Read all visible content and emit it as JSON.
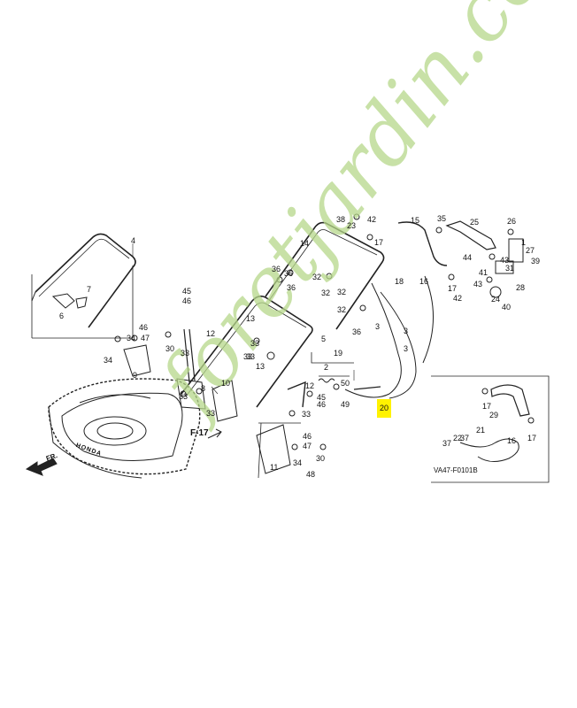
{
  "highlight_color": "#fff200",
  "watermark": {
    "text": "foretjardin.com",
    "color_green": "#b6d88a",
    "color_orange": "#f3b45c",
    "color_grey": "#c9c2b5"
  },
  "diagram": {
    "ref_code": "VA47-F0101B",
    "fig_ref": "F-17",
    "front_arrow_text": "FR.",
    "brand_text": "HONDA",
    "highlighted_part": "20",
    "part_labels": [
      "1",
      "2",
      "3",
      "4",
      "5",
      "6",
      "7",
      "8",
      "9",
      "10",
      "11",
      "12",
      "13",
      "14",
      "15",
      "16",
      "17",
      "18",
      "19",
      "20",
      "21",
      "22",
      "23",
      "24",
      "25",
      "26",
      "27",
      "28",
      "29",
      "30",
      "31",
      "32",
      "33",
      "34",
      "35",
      "36",
      "37",
      "38",
      "39",
      "40",
      "41",
      "42",
      "43",
      "44",
      "45",
      "46",
      "47",
      "48",
      "49",
      "50"
    ]
  }
}
